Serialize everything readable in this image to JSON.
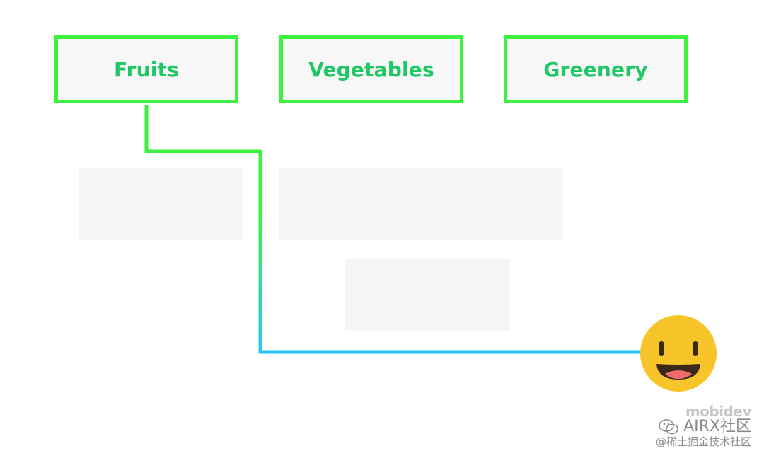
{
  "categories": [
    {
      "label": "Fruits"
    },
    {
      "label": "Vegetables"
    },
    {
      "label": "Greenery"
    }
  ],
  "colors": {
    "box_border": "#3cf23f",
    "label": "#1fc765",
    "box_fill": "#f8f8f8",
    "placeholder_fill": "#f5f5f5",
    "line_start": "#3cf23f",
    "line_end": "#2ec4f5",
    "emoji_face": "#f7c52a"
  },
  "emoji": {
    "icon": "smiling-face-icon"
  },
  "watermark": {
    "brand": "mobidev",
    "community": "AIRX社区",
    "site": "@稀土掘金技术社区",
    "icon": "wechat-icon"
  }
}
